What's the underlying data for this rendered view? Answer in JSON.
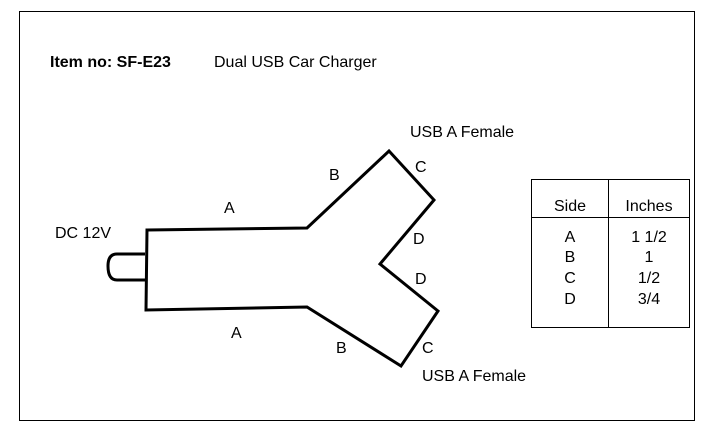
{
  "header": {
    "item_label": "Item no: SF-E23",
    "product_name": "Dual USB Car Charger"
  },
  "diagram": {
    "input_label": "DC 12V",
    "port_top_label": "USB A Female",
    "port_bottom_label": "USB A Female",
    "side_labels": {
      "a_top": "A",
      "a_bottom": "A",
      "b_top": "B",
      "b_bottom": "B",
      "c_top": "C",
      "c_bottom": "C",
      "d_top": "D",
      "d_bottom": "D"
    }
  },
  "table": {
    "headers": [
      "Side",
      "Inches"
    ],
    "rows": [
      {
        "side": "A",
        "inches": "1 1/2"
      },
      {
        "side": "B",
        "inches": "1"
      },
      {
        "side": "C",
        "inches": "1/2"
      },
      {
        "side": "D",
        "inches": "3/4"
      }
    ]
  }
}
